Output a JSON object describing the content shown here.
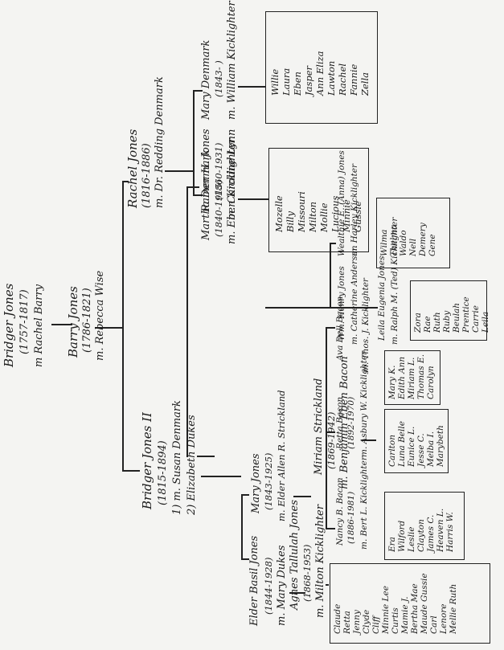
{
  "root": {
    "name": "Bridger Jones",
    "dates": "(1757-1817)",
    "spouse": "m Rachel Barry"
  },
  "gen2": {
    "name": "Barry Jones",
    "dates": "(1786-1821)",
    "spouse": "m. Rebecca Wise"
  },
  "rachel": {
    "name": "Rachel Jones",
    "dates": "(1816-1886)",
    "spouse": "m. Dr. Redding Denmark"
  },
  "mary_denmark": {
    "name": "Mary Denmark",
    "dates": "(1843-   )",
    "spouse": "m. William Kicklighter",
    "children": [
      "Willie",
      "Laura",
      "Eben",
      "Jasper",
      "Ann Eliza",
      "Lawton",
      "Rachel",
      "Fannie",
      "Zella"
    ]
  },
  "martha": {
    "name": "Martha Denmark",
    "dates": "(1840-1915)",
    "spouse": "m. Eben Kicklighter",
    "children": [
      "Mozelle",
      "Billy",
      "Missouri",
      "Milton",
      "Mollie",
      "Lucious",
      "Minnie",
      "Gussie"
    ]
  },
  "bridger2": {
    "name": "Bridger Jones II",
    "dates": "(1815-1894)",
    "spouse1": "1) m. Susan Denmark",
    "spouse2": "2) Elizabeth Dukes"
  },
  "rance": {
    "name": "Ramer H. Jones",
    "dates": "(1860-1931)",
    "spouse": "m. Caroline Lynn"
  },
  "wm_henry": {
    "name": "Wm. Henry Jones",
    "spouse": "m. Catherine Andersen"
  },
  "wealthie": {
    "name": "Wealthie E. (Anna) Jones",
    "spouse": "m. Harley Kicklighter",
    "children": [
      "Wilma",
      "Thelma",
      "Waldo",
      "Nell",
      "Demery",
      "Gene"
    ]
  },
  "leila": {
    "name": "Leila Eugenia Jones",
    "spouse": "m. Ralph M. (Ted) Kicklighter",
    "children": [
      "Zora",
      "Rae",
      "Ruth",
      "Ruby",
      "Beulah",
      "Prentice",
      "Carrie",
      "Leila"
    ]
  },
  "ava": {
    "name": "Ava Dell Bacon",
    "spouse": "m. Thos. J. Kicklighter",
    "children": [
      "Mary K.",
      "Edith Ann",
      "Miriam L.",
      "Thomas E.",
      "Carolyn"
    ]
  },
  "retta": {
    "name": "Retta Bacon",
    "dates": "(1892-1970)",
    "spouse": "m. Asbury W. Kicklighter",
    "children": [
      "Carlton",
      "Luna Belle",
      "Eunice L.",
      "Jesse C.",
      "Melba I.",
      "Marybeth"
    ]
  },
  "nancy": {
    "name": "Nancy B. Bacon",
    "dates": "(1886-1981)",
    "spouse": "m. Bert L. Kicklighter",
    "children": [
      "Era",
      "Wilford",
      "Leslie",
      "Clayton",
      "James C.",
      "Heaven L.",
      "Harris W."
    ]
  },
  "miriam": {
    "name": "Miriam Strickland",
    "dates": "(1869-1942)",
    "spouse": "m. Benjamin Eben Bacon"
  },
  "mary_jones": {
    "name": "Mary Jones",
    "dates": "(1843-1925)",
    "spouse": "m. Elder Allen R. Strickland"
  },
  "elder": {
    "name": "Elder Basil Jones",
    "dates": "(1844-1928)",
    "spouse": "m. Mary Dukes"
  },
  "agnes": {
    "name": "Agnes Tallulah Jones",
    "dates": "(1868-1953)",
    "spouse": "m. Milton Kicklighter",
    "children": [
      "Claude",
      "Retta",
      "Jenny",
      "Clyde",
      "Cliff",
      "Minnie Lee",
      "Curtis",
      "Mamie J.",
      "Bertha Mae",
      "Maude Gussie",
      "Carl",
      "Lenore",
      "Mellie Ruth"
    ]
  }
}
